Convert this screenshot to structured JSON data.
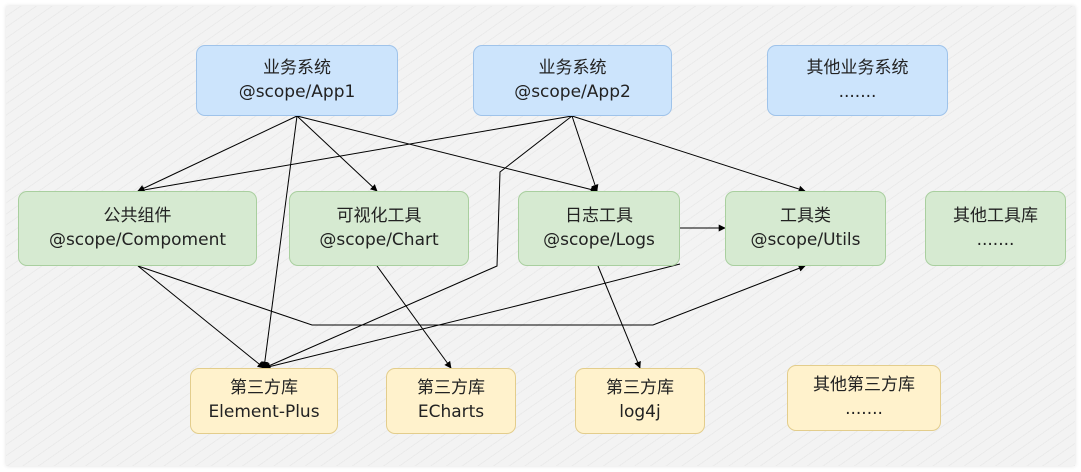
{
  "diagram": {
    "business_systems": [
      {
        "title": "业务系统",
        "subtitle": "@scope/App1"
      },
      {
        "title": "业务系统",
        "subtitle": "@scope/App2"
      },
      {
        "title": "其他业务系统",
        "subtitle": "......."
      }
    ],
    "tool_libraries": [
      {
        "title": "公共组件",
        "subtitle": "@scope/Compoment"
      },
      {
        "title": "可视化工具",
        "subtitle": "@scope/Chart"
      },
      {
        "title": "日志工具",
        "subtitle": "@scope/Logs"
      },
      {
        "title": "工具类",
        "subtitle": "@scope/Utils"
      },
      {
        "title": "其他工具库",
        "subtitle": "......."
      }
    ],
    "third_party": [
      {
        "title": "第三方库",
        "subtitle": "Element-Plus"
      },
      {
        "title": "第三方库",
        "subtitle": "ECharts"
      },
      {
        "title": "第三方库",
        "subtitle": "log4j"
      },
      {
        "title": "其他第三方库",
        "subtitle": "......."
      }
    ],
    "dependencies": [
      [
        "app1",
        "comp"
      ],
      [
        "app1",
        "chart"
      ],
      [
        "app1",
        "logs"
      ],
      [
        "app1",
        "ep"
      ],
      [
        "app2",
        "comp"
      ],
      [
        "app2",
        "logs"
      ],
      [
        "app2",
        "utils"
      ],
      [
        "app2",
        "ep"
      ],
      [
        "comp",
        "ep"
      ],
      [
        "comp",
        "utils"
      ],
      [
        "chart",
        "echarts"
      ],
      [
        "logs",
        "utils"
      ],
      [
        "logs",
        "log4j"
      ],
      [
        "logs",
        "ep"
      ]
    ],
    "colors": {
      "business_fill": "#cce4fc",
      "tool_fill": "#d6ead1",
      "third_party_fill": "#fff2cc",
      "edge": "#000000"
    }
  }
}
